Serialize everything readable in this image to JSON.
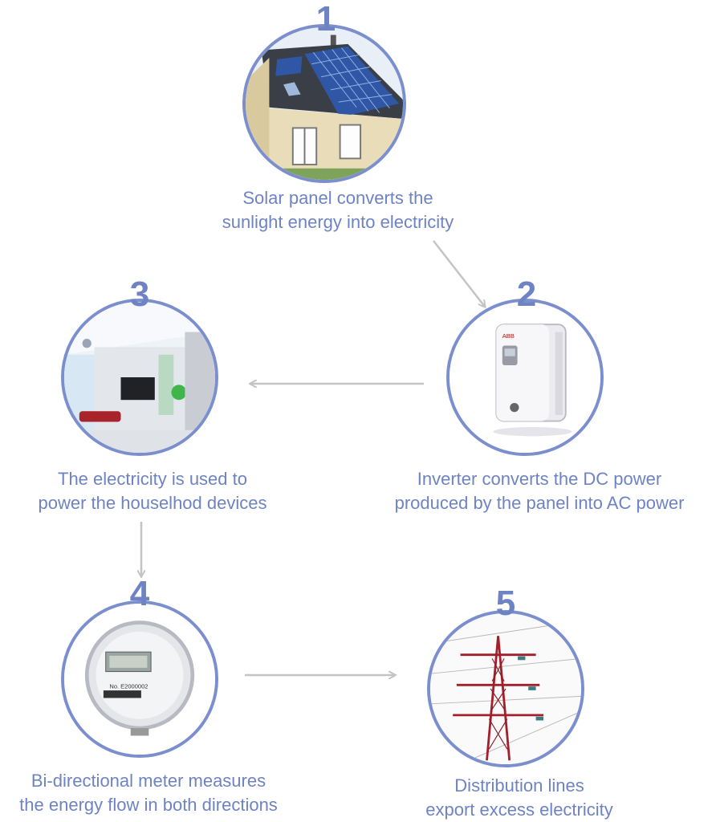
{
  "steps": [
    {
      "number": "1",
      "line1": "Solar panel converts the",
      "line2": "sunlight energy into electricity",
      "icon": "solar-house-icon"
    },
    {
      "number": "2",
      "line1": "Inverter converts the DC power",
      "line2": "produced by the panel into AC power",
      "icon": "inverter-icon"
    },
    {
      "number": "3",
      "line1": "The electricity is used  to",
      "line2": "power the houselhod devices",
      "icon": "living-room-icon"
    },
    {
      "number": "4",
      "line1": "Bi-directional meter measures",
      "line2": "the energy flow in both directions",
      "icon": "electric-meter-icon"
    },
    {
      "number": "5",
      "line1": "Distribution lines",
      "line2": "export excess electricity",
      "icon": "power-pylon-icon"
    }
  ],
  "meter_label": "No. E2000002",
  "inverter_brand": "ABB",
  "colors": {
    "accent": "#6e83c3",
    "ring": "#7b8fce",
    "arrow": "#c4c4c4"
  }
}
